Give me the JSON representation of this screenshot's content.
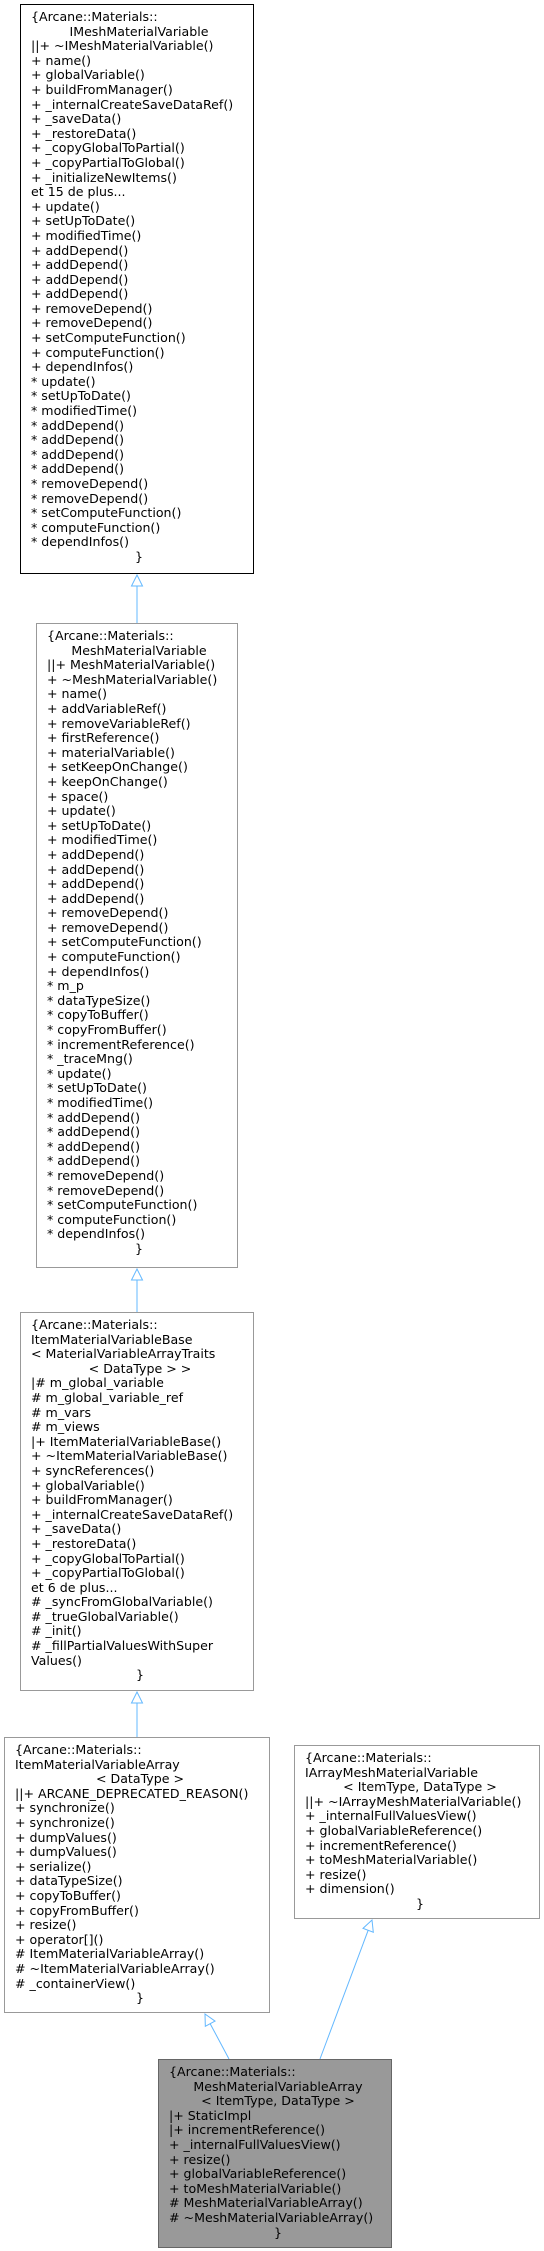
{
  "edge_color": "#63b8ff",
  "nodes": [
    {
      "id": "IMeshMaterialVariable",
      "lines": [
        {
          "t": "{Arcane::Materials::",
          "c": false
        },
        {
          "t": "IMeshMaterialVariable",
          "c": true
        },
        {
          "t": "||+ ~IMeshMaterialVariable()",
          "c": false
        },
        {
          "t": "+ name()",
          "c": false
        },
        {
          "t": "+ globalVariable()",
          "c": false
        },
        {
          "t": "+ buildFromManager()",
          "c": false
        },
        {
          "t": "+ _internalCreateSaveDataRef()",
          "c": false
        },
        {
          "t": "+ _saveData()",
          "c": false
        },
        {
          "t": "+ _restoreData()",
          "c": false
        },
        {
          "t": "+ _copyGlobalToPartial()",
          "c": false
        },
        {
          "t": "+ _copyPartialToGlobal()",
          "c": false
        },
        {
          "t": "+ _initializeNewItems()",
          "c": false
        },
        {
          "t": "et 15 de plus...",
          "c": false
        },
        {
          "t": "+ update()",
          "c": false
        },
        {
          "t": "+ setUpToDate()",
          "c": false
        },
        {
          "t": "+ modifiedTime()",
          "c": false
        },
        {
          "t": "+ addDepend()",
          "c": false
        },
        {
          "t": "+ addDepend()",
          "c": false
        },
        {
          "t": "+ addDepend()",
          "c": false
        },
        {
          "t": "+ addDepend()",
          "c": false
        },
        {
          "t": "+ removeDepend()",
          "c": false
        },
        {
          "t": "+ removeDepend()",
          "c": false
        },
        {
          "t": "+ setComputeFunction()",
          "c": false
        },
        {
          "t": "+ computeFunction()",
          "c": false
        },
        {
          "t": "+ dependInfos()",
          "c": false
        },
        {
          "t": "* update()",
          "c": false
        },
        {
          "t": "* setUpToDate()",
          "c": false
        },
        {
          "t": "* modifiedTime()",
          "c": false
        },
        {
          "t": "* addDepend()",
          "c": false
        },
        {
          "t": "* addDepend()",
          "c": false
        },
        {
          "t": "* addDepend()",
          "c": false
        },
        {
          "t": "* addDepend()",
          "c": false
        },
        {
          "t": "* removeDepend()",
          "c": false
        },
        {
          "t": "* removeDepend()",
          "c": false
        },
        {
          "t": "* setComputeFunction()",
          "c": false
        },
        {
          "t": "* computeFunction()",
          "c": false
        },
        {
          "t": "* dependInfos()",
          "c": false
        },
        {
          "t": "}",
          "c": true
        }
      ]
    },
    {
      "id": "MeshMaterialVariable",
      "lines": [
        {
          "t": "{Arcane::Materials::",
          "c": false
        },
        {
          "t": "MeshMaterialVariable",
          "c": true
        },
        {
          "t": "||+ MeshMaterialVariable()",
          "c": false
        },
        {
          "t": "+ ~MeshMaterialVariable()",
          "c": false
        },
        {
          "t": "+ name()",
          "c": false
        },
        {
          "t": "+ addVariableRef()",
          "c": false
        },
        {
          "t": "+ removeVariableRef()",
          "c": false
        },
        {
          "t": "+ firstReference()",
          "c": false
        },
        {
          "t": "+ materialVariable()",
          "c": false
        },
        {
          "t": "+ setKeepOnChange()",
          "c": false
        },
        {
          "t": "+ keepOnChange()",
          "c": false
        },
        {
          "t": "+ space()",
          "c": false
        },
        {
          "t": "+ update()",
          "c": false
        },
        {
          "t": "+ setUpToDate()",
          "c": false
        },
        {
          "t": "+ modifiedTime()",
          "c": false
        },
        {
          "t": "+ addDepend()",
          "c": false
        },
        {
          "t": "+ addDepend()",
          "c": false
        },
        {
          "t": "+ addDepend()",
          "c": false
        },
        {
          "t": "+ addDepend()",
          "c": false
        },
        {
          "t": "+ removeDepend()",
          "c": false
        },
        {
          "t": "+ removeDepend()",
          "c": false
        },
        {
          "t": "+ setComputeFunction()",
          "c": false
        },
        {
          "t": "+ computeFunction()",
          "c": false
        },
        {
          "t": "+ dependInfos()",
          "c": false
        },
        {
          "t": "* m_p",
          "c": false
        },
        {
          "t": "* dataTypeSize()",
          "c": false
        },
        {
          "t": "* copyToBuffer()",
          "c": false
        },
        {
          "t": "* copyFromBuffer()",
          "c": false
        },
        {
          "t": "* incrementReference()",
          "c": false
        },
        {
          "t": "* _traceMng()",
          "c": false
        },
        {
          "t": "* update()",
          "c": false
        },
        {
          "t": "* setUpToDate()",
          "c": false
        },
        {
          "t": "* modifiedTime()",
          "c": false
        },
        {
          "t": "* addDepend()",
          "c": false
        },
        {
          "t": "* addDepend()",
          "c": false
        },
        {
          "t": "* addDepend()",
          "c": false
        },
        {
          "t": "* addDepend()",
          "c": false
        },
        {
          "t": "* removeDepend()",
          "c": false
        },
        {
          "t": "* removeDepend()",
          "c": false
        },
        {
          "t": "* setComputeFunction()",
          "c": false
        },
        {
          "t": "* computeFunction()",
          "c": false
        },
        {
          "t": "* dependInfos()",
          "c": false
        },
        {
          "t": "}",
          "c": true
        }
      ]
    },
    {
      "id": "ItemMaterialVariableBase",
      "lines": [
        {
          "t": "{Arcane::Materials::",
          "c": false
        },
        {
          "t": "ItemMaterialVariableBase",
          "c": false
        },
        {
          "t": "< MaterialVariableArrayTraits",
          "c": false
        },
        {
          "t": "< DataType > >",
          "c": true
        },
        {
          "t": "|# m_global_variable",
          "c": false
        },
        {
          "t": "# m_global_variable_ref",
          "c": false
        },
        {
          "t": "# m_vars",
          "c": false
        },
        {
          "t": "# m_views",
          "c": false
        },
        {
          "t": "|+ ItemMaterialVariableBase()",
          "c": false
        },
        {
          "t": "+ ~ItemMaterialVariableBase()",
          "c": false
        },
        {
          "t": "+ syncReferences()",
          "c": false
        },
        {
          "t": "+ globalVariable()",
          "c": false
        },
        {
          "t": "+ buildFromManager()",
          "c": false
        },
        {
          "t": "+ _internalCreateSaveDataRef()",
          "c": false
        },
        {
          "t": "+ _saveData()",
          "c": false
        },
        {
          "t": "+ _restoreData()",
          "c": false
        },
        {
          "t": "+ _copyGlobalToPartial()",
          "c": false
        },
        {
          "t": "+ _copyPartialToGlobal()",
          "c": false
        },
        {
          "t": "et 6 de plus...",
          "c": false
        },
        {
          "t": "# _syncFromGlobalVariable()",
          "c": false
        },
        {
          "t": "# _trueGlobalVariable()",
          "c": false
        },
        {
          "t": "# _init()",
          "c": false
        },
        {
          "t": "# _fillPartialValuesWithSuper",
          "c": false
        },
        {
          "t": "Values()",
          "c": false
        },
        {
          "t": "}",
          "c": true
        }
      ]
    },
    {
      "id": "ItemMaterialVariableArray",
      "lines": [
        {
          "t": "{Arcane::Materials::",
          "c": false
        },
        {
          "t": "ItemMaterialVariableArray",
          "c": false
        },
        {
          "t": "< DataType >",
          "c": true
        },
        {
          "t": "||+ ARCANE_DEPRECATED_REASON()",
          "c": false
        },
        {
          "t": "+ synchronize()",
          "c": false
        },
        {
          "t": "+ synchronize()",
          "c": false
        },
        {
          "t": "+ dumpValues()",
          "c": false
        },
        {
          "t": "+ dumpValues()",
          "c": false
        },
        {
          "t": "+ serialize()",
          "c": false
        },
        {
          "t": "+ dataTypeSize()",
          "c": false
        },
        {
          "t": "+ copyToBuffer()",
          "c": false
        },
        {
          "t": "+ copyFromBuffer()",
          "c": false
        },
        {
          "t": "+ resize()",
          "c": false
        },
        {
          "t": "+ operator[]()",
          "c": false
        },
        {
          "t": "# ItemMaterialVariableArray()",
          "c": false
        },
        {
          "t": "# ~ItemMaterialVariableArray()",
          "c": false
        },
        {
          "t": "# _containerView()",
          "c": false
        },
        {
          "t": "}",
          "c": true
        }
      ]
    },
    {
      "id": "IArrayMeshMaterialVariable",
      "lines": [
        {
          "t": "{Arcane::Materials::",
          "c": false
        },
        {
          "t": "IArrayMeshMaterialVariable",
          "c": false
        },
        {
          "t": "< ItemType, DataType >",
          "c": true
        },
        {
          "t": "||+ ~IArrayMeshMaterialVariable()",
          "c": false
        },
        {
          "t": "+ _internalFullValuesView()",
          "c": false
        },
        {
          "t": "+ globalVariableReference()",
          "c": false
        },
        {
          "t": "+ incrementReference()",
          "c": false
        },
        {
          "t": "+ toMeshMaterialVariable()",
          "c": false
        },
        {
          "t": "+ resize()",
          "c": false
        },
        {
          "t": "+ dimension()",
          "c": false
        },
        {
          "t": "}",
          "c": true
        }
      ]
    },
    {
      "id": "MeshMaterialVariableArray",
      "lines": [
        {
          "t": "{Arcane::Materials::",
          "c": false
        },
        {
          "t": "MeshMaterialVariableArray",
          "c": true
        },
        {
          "t": "< ItemType, DataType >",
          "c": true
        },
        {
          "t": "|+ StaticImpl",
          "c": false
        },
        {
          "t": "|+ incrementReference()",
          "c": false
        },
        {
          "t": "+ _internalFullValuesView()",
          "c": false
        },
        {
          "t": "+ resize()",
          "c": false
        },
        {
          "t": "+ globalVariableReference()",
          "c": false
        },
        {
          "t": "+ toMeshMaterialVariable()",
          "c": false
        },
        {
          "t": "# MeshMaterialVariableArray()",
          "c": false
        },
        {
          "t": "# ~MeshMaterialVariableArray()",
          "c": false
        },
        {
          "t": "}",
          "c": true
        }
      ]
    }
  ]
}
